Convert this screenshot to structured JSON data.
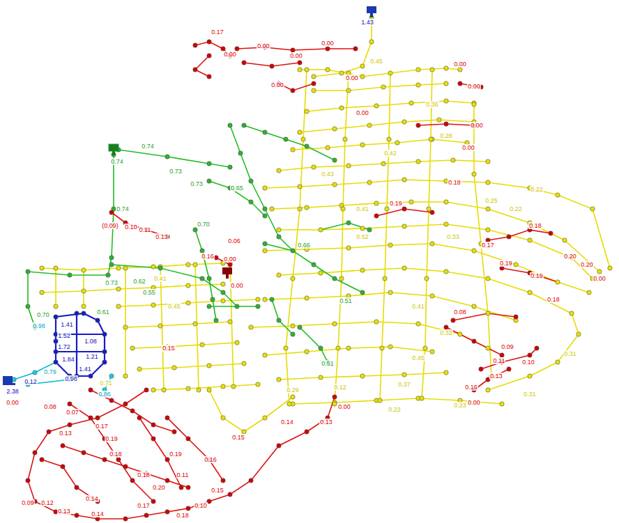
{
  "diagram": {
    "labels": [
      "1.43",
      "0.45",
      "0.17",
      "0.00",
      "0.00",
      "0.00",
      "0.00",
      "0.00",
      "0.00",
      "0.00",
      "0.00",
      "0.00",
      "0.00",
      "0.00",
      "0.18",
      "0.19",
      "0.25",
      "0.22",
      "0.18",
      "0.17",
      "0.19",
      "0.19",
      "0.20",
      "0.20",
      "0.00",
      "0.18",
      "0.08",
      "0.09",
      "0.11",
      "0.10",
      "0.13",
      "0.16",
      "0.00",
      "0.31",
      "0.31",
      "0.23",
      "0.37",
      "0.22",
      "0.13",
      "0.00",
      "0.12",
      "0.14",
      "0.15",
      "0.18",
      "0.17",
      "0.14",
      "0.14",
      "0.18",
      "0.10",
      "0.15",
      "0.20",
      "0.11",
      "0.16",
      "0.19",
      "0.18",
      "0.19",
      "0.17",
      "0.13",
      "0.07",
      "0.08",
      "0.09",
      "0.12",
      "0.13",
      "0.74",
      "0.74",
      "0.73",
      "0.73",
      "0.74",
      "0.73",
      "0.62",
      "0.55",
      "0.65",
      "0.70",
      "0.66",
      "0.51",
      "0.51",
      "1.52",
      "1.72",
      "1.84",
      "1.41",
      "1.21",
      "1.08",
      "1.41",
      "0.96",
      "2.38",
      "0.12",
      "0.70",
      "0.98",
      "0.79",
      "0.86",
      "0.61",
      "(0.09)",
      "0.10",
      "0.11",
      "0.13",
      "0.16",
      "0.00",
      "0.00",
      "0.06",
      "0.42",
      "0.41",
      "0.33",
      "0.32",
      "0.45",
      "0.41",
      "0.36",
      "0.28",
      "0.22",
      "0.52",
      "0.43",
      "0.29",
      "0.45",
      "0.41",
      "0.15",
      "0.00",
      "0.71"
    ]
  }
}
